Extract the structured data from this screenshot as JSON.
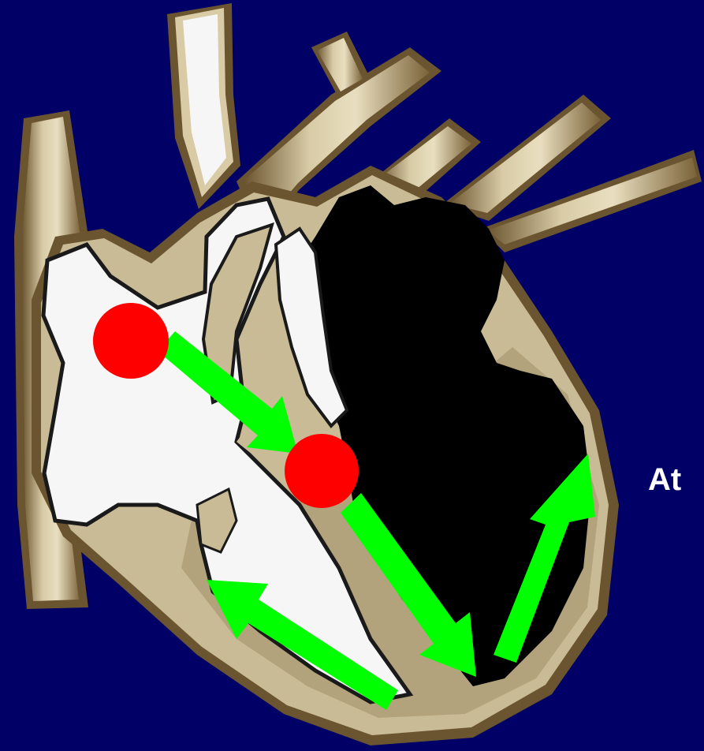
{
  "label": {
    "text": "At"
  },
  "colors": {
    "background": "#000066",
    "tissue": "#c8bb96",
    "tissue_dark": "#6b5530",
    "chamber_light": "#f6f6f6",
    "chamber_dark": "#000000",
    "node": "#ff0000",
    "conduction_arrow": "#00ff00"
  },
  "nodes": [
    "sa-node",
    "av-node"
  ],
  "arrows": [
    "sa-to-av",
    "septum-down",
    "left-wall-up",
    "right-wall-back"
  ]
}
